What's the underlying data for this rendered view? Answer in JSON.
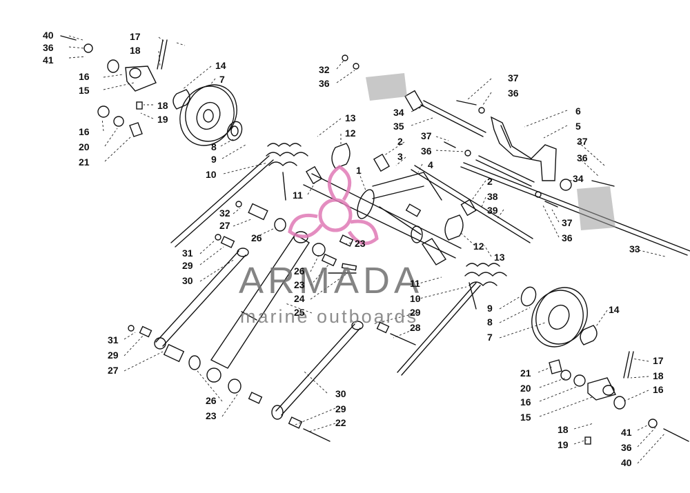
{
  "watermark": {
    "brand": "ARMADA",
    "tagline": "marine outboards",
    "logo_color": "#e07ab6",
    "text_color": "#6f6f6f"
  },
  "callouts": [
    {
      "id": "c-40a",
      "text": "40"
    },
    {
      "id": "c-36a",
      "text": "36"
    },
    {
      "id": "c-41a",
      "text": "41"
    },
    {
      "id": "c-17a",
      "text": "17"
    },
    {
      "id": "c-18a",
      "text": "18"
    },
    {
      "id": "c-16a",
      "text": "16"
    },
    {
      "id": "c-15a",
      "text": "15"
    },
    {
      "id": "c-18b",
      "text": "18"
    },
    {
      "id": "c-19a",
      "text": "19"
    },
    {
      "id": "c-16b",
      "text": "16"
    },
    {
      "id": "c-20a",
      "text": "20"
    },
    {
      "id": "c-21a",
      "text": "21"
    },
    {
      "id": "c-14a",
      "text": "14"
    },
    {
      "id": "c-7a",
      "text": "7"
    },
    {
      "id": "c-8a",
      "text": "8"
    },
    {
      "id": "c-9a",
      "text": "9"
    },
    {
      "id": "c-10a",
      "text": "10"
    },
    {
      "id": "c-11a",
      "text": "11"
    },
    {
      "id": "c-13a",
      "text": "13"
    },
    {
      "id": "c-12a",
      "text": "12"
    },
    {
      "id": "c-1a",
      "text": "1"
    },
    {
      "id": "c-2a",
      "text": "2"
    },
    {
      "id": "c-3a",
      "text": "3"
    },
    {
      "id": "c-4a",
      "text": "4"
    },
    {
      "id": "c-32a",
      "text": "32"
    },
    {
      "id": "c-36b",
      "text": "36"
    },
    {
      "id": "c-37a",
      "text": "37"
    },
    {
      "id": "c-36c",
      "text": "36"
    },
    {
      "id": "c-6a",
      "text": "6"
    },
    {
      "id": "c-5a",
      "text": "5"
    },
    {
      "id": "c-34a",
      "text": "34"
    },
    {
      "id": "c-35a",
      "text": "35"
    },
    {
      "id": "c-37b",
      "text": "37"
    },
    {
      "id": "c-36d",
      "text": "36"
    },
    {
      "id": "c-37c",
      "text": "37"
    },
    {
      "id": "c-36e",
      "text": "36"
    },
    {
      "id": "c-34b",
      "text": "34"
    },
    {
      "id": "c-2b",
      "text": "2"
    },
    {
      "id": "c-38a",
      "text": "38"
    },
    {
      "id": "c-39a",
      "text": "39"
    },
    {
      "id": "c-37d",
      "text": "37"
    },
    {
      "id": "c-36f",
      "text": "36"
    },
    {
      "id": "c-33a",
      "text": "33"
    },
    {
      "id": "c-32b",
      "text": "32"
    },
    {
      "id": "c-27a",
      "text": "27"
    },
    {
      "id": "c-26a",
      "text": "26"
    },
    {
      "id": "c-31a",
      "text": "31"
    },
    {
      "id": "c-29a",
      "text": "29"
    },
    {
      "id": "c-30a",
      "text": "30"
    },
    {
      "id": "c-23a",
      "text": "23"
    },
    {
      "id": "c-12b",
      "text": "12"
    },
    {
      "id": "c-13b",
      "text": "13"
    },
    {
      "id": "c-26b",
      "text": "26"
    },
    {
      "id": "c-23b",
      "text": "23"
    },
    {
      "id": "c-24a",
      "text": "24"
    },
    {
      "id": "c-25a",
      "text": "25"
    },
    {
      "id": "c-11b",
      "text": "11"
    },
    {
      "id": "c-10b",
      "text": "10"
    },
    {
      "id": "c-29b",
      "text": "29"
    },
    {
      "id": "c-28a",
      "text": "28"
    },
    {
      "id": "c-9b",
      "text": "9"
    },
    {
      "id": "c-8b",
      "text": "8"
    },
    {
      "id": "c-7b",
      "text": "7"
    },
    {
      "id": "c-14b",
      "text": "14"
    },
    {
      "id": "c-31b",
      "text": "31"
    },
    {
      "id": "c-29c",
      "text": "29"
    },
    {
      "id": "c-27b",
      "text": "27"
    },
    {
      "id": "c-26c",
      "text": "26"
    },
    {
      "id": "c-23c",
      "text": "23"
    },
    {
      "id": "c-30b",
      "text": "30"
    },
    {
      "id": "c-29d",
      "text": "29"
    },
    {
      "id": "c-22a",
      "text": "22"
    },
    {
      "id": "c-21b",
      "text": "21"
    },
    {
      "id": "c-20b",
      "text": "20"
    },
    {
      "id": "c-16c",
      "text": "16"
    },
    {
      "id": "c-15b",
      "text": "15"
    },
    {
      "id": "c-17b",
      "text": "17"
    },
    {
      "id": "c-18c",
      "text": "18"
    },
    {
      "id": "c-16d",
      "text": "16"
    },
    {
      "id": "c-18d",
      "text": "18"
    },
    {
      "id": "c-19b",
      "text": "19"
    },
    {
      "id": "c-41b",
      "text": "41"
    },
    {
      "id": "c-36g",
      "text": "36"
    },
    {
      "id": "c-40b",
      "text": "40"
    }
  ]
}
